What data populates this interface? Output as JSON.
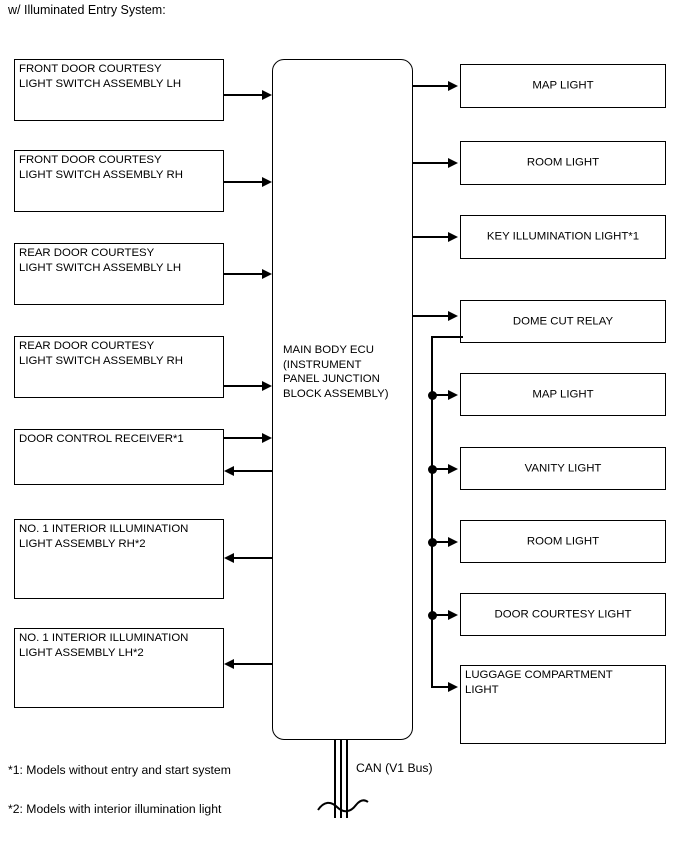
{
  "title": "w/ Illuminated Entry System:",
  "center": {
    "label": "MAIN BODY ECU\n(INSTRUMENT\nPANEL JUNCTION\nBLOCK ASSEMBLY)"
  },
  "inputs": [
    {
      "label": "FRONT DOOR COURTESY\nLIGHT SWITCH ASSEMBLY LH",
      "direction": "to-ecu"
    },
    {
      "label": "FRONT DOOR COURTESY\nLIGHT SWITCH ASSEMBLY RH",
      "direction": "to-ecu"
    },
    {
      "label": "REAR DOOR COURTESY\nLIGHT SWITCH ASSEMBLY LH",
      "direction": "to-ecu"
    },
    {
      "label": "REAR DOOR COURTESY\nLIGHT SWITCH ASSEMBLY RH",
      "direction": "to-ecu"
    },
    {
      "label": "DOOR CONTROL RECEIVER*1",
      "direction": "bidirectional"
    },
    {
      "label": "NO. 1 INTERIOR ILLUMINATION\nLIGHT ASSEMBLY RH*2",
      "direction": "from-ecu"
    },
    {
      "label": "NO. 1 INTERIOR ILLUMINATION\nLIGHT ASSEMBLY LH*2",
      "direction": "from-ecu"
    }
  ],
  "outputs": [
    {
      "label": "MAP LIGHT",
      "source": "ecu"
    },
    {
      "label": "ROOM LIGHT",
      "source": "ecu"
    },
    {
      "label": "KEY ILLUMINATION LIGHT*1",
      "source": "ecu"
    },
    {
      "label": "DOME CUT RELAY",
      "source": "ecu"
    },
    {
      "label": "MAP LIGHT",
      "source": "relay-bus"
    },
    {
      "label": "VANITY LIGHT",
      "source": "relay-bus"
    },
    {
      "label": "ROOM LIGHT",
      "source": "relay-bus"
    },
    {
      "label": "DOOR COURTESY LIGHT",
      "source": "relay-bus"
    },
    {
      "label": "LUGGAGE COMPARTMENT\nLIGHT",
      "source": "relay-bus-end"
    }
  ],
  "can": {
    "label": "CAN (V1 Bus)"
  },
  "footnotes": [
    "*1: Models without entry and start system",
    "*2: Models with interior illumination light"
  ]
}
